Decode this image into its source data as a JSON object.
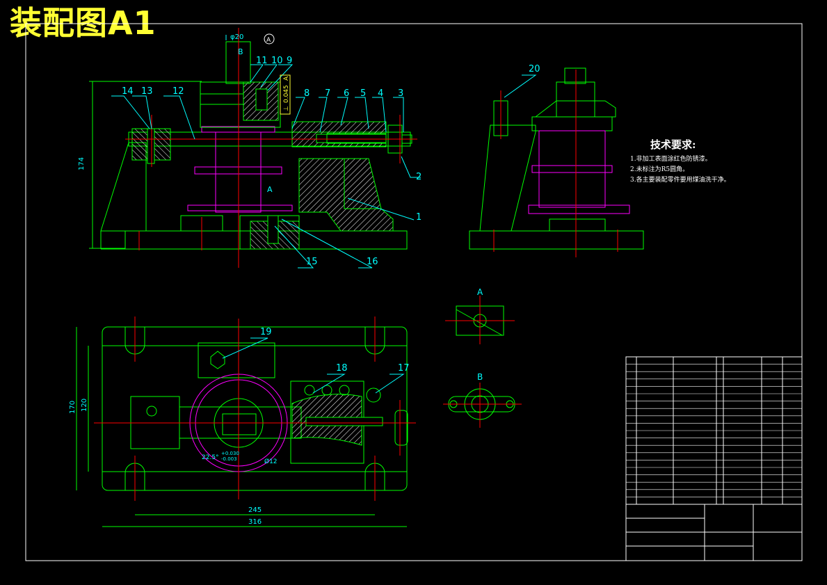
{
  "title": "装配图A1",
  "tech_requirements": {
    "heading": "技术要求:",
    "items": [
      "1.非加工表面涂红色防锈漆。",
      "2.未标注为R5圆角。",
      "3.各主要装配零件要用煤油洗干净。"
    ]
  },
  "balloons": [
    "1",
    "2",
    "3",
    "4",
    "5",
    "6",
    "7",
    "8",
    "9",
    "10",
    "11",
    "12",
    "13",
    "14",
    "15",
    "16",
    "17",
    "18",
    "19",
    "20"
  ],
  "dimensions": {
    "phi20": "φ20",
    "height_174": "174",
    "width_245": "245",
    "width_316": "316",
    "height_170": "170",
    "height_120": "120",
    "angle": "22.5°",
    "tol_upper": "+0.030",
    "tol_lower": "-0.003",
    "dia12": "Ø12"
  },
  "tolerance_frame": {
    "symbol": "⊥",
    "value": "0.045",
    "datum": "A"
  },
  "view_labels": {
    "a": "A",
    "b": "B",
    "section_a": "A"
  },
  "colors": {
    "background": "#000000",
    "outline": "#00ff00",
    "centerline": "#ff0000",
    "hidden": "#ff00ff",
    "callout": "#00ffff",
    "title": "#ffff33",
    "text": "#ffffff",
    "hatch": "#ffffff"
  }
}
